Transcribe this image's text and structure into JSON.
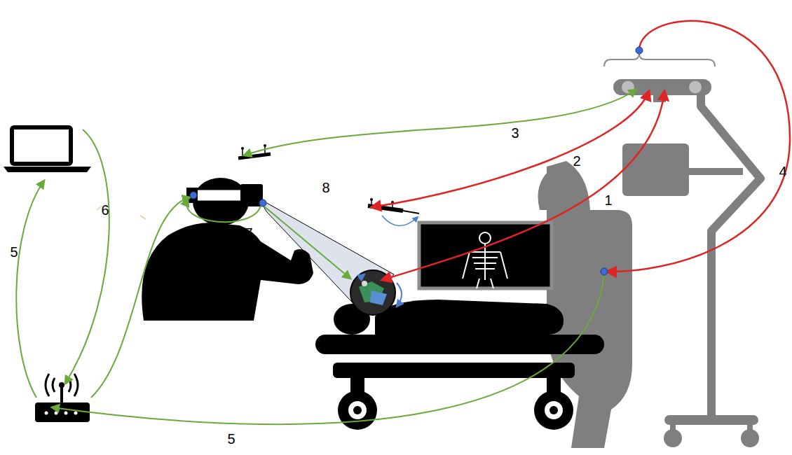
{
  "diagram": {
    "labels": [
      "3",
      "2",
      "4",
      "8",
      "1",
      "6",
      "7",
      "5",
      "5"
    ]
  }
}
